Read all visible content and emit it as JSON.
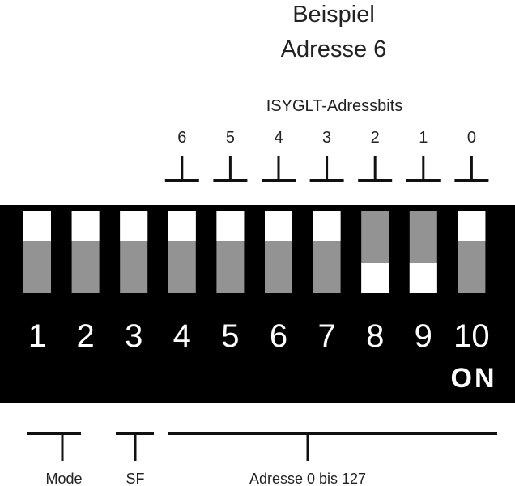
{
  "title": {
    "line1": "Beispiel",
    "line2": "Adresse 6"
  },
  "bits_label": "ISYGLT-Adressbits",
  "bits": [
    "6",
    "5",
    "4",
    "3",
    "2",
    "1",
    "0"
  ],
  "switches": [
    {
      "number": "1",
      "state": "off"
    },
    {
      "number": "2",
      "state": "off"
    },
    {
      "number": "3",
      "state": "off"
    },
    {
      "number": "4",
      "state": "off"
    },
    {
      "number": "5",
      "state": "off"
    },
    {
      "number": "6",
      "state": "off"
    },
    {
      "number": "7",
      "state": "off"
    },
    {
      "number": "8",
      "state": "on"
    },
    {
      "number": "9",
      "state": "on"
    },
    {
      "number": "10",
      "state": "off"
    }
  ],
  "on_label": "ON",
  "groups": [
    {
      "label": "Mode"
    },
    {
      "label": "SF"
    },
    {
      "label": "Adresse 0 bis 127"
    }
  ],
  "colors": {
    "body": "#000000",
    "slot": "#939393",
    "lever": "#ffffff"
  }
}
